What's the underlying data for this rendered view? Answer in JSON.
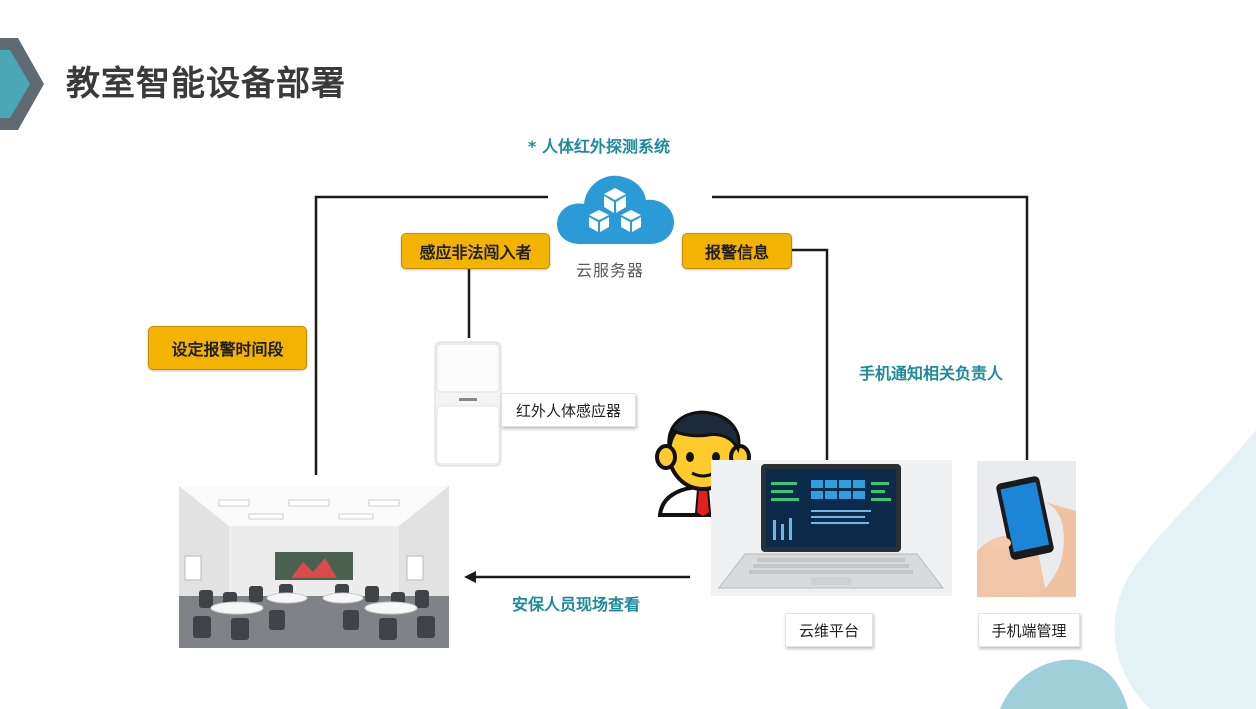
{
  "title": "教室智能设备部署",
  "system_label": "* 人体红外探测系统",
  "cloud": {
    "label": "云服务器",
    "icon": "cloud-server-icon"
  },
  "boxes": {
    "intruder": "感应非法闯入者",
    "alarm_info": "报警信息",
    "alarm_period": "设定报警时间段"
  },
  "notify_label": "手机通知相关负责人",
  "security_label": "安保人员现场查看",
  "captions": {
    "sensor": "红外人体感应器",
    "platform": "云维平台",
    "mobile": "手机端管理"
  },
  "colors": {
    "accent_teal": "#1f8a9c",
    "box_yellow": "#f5b301",
    "cloud_blue": "#2a9bd6",
    "line": "#1a1a1a"
  }
}
